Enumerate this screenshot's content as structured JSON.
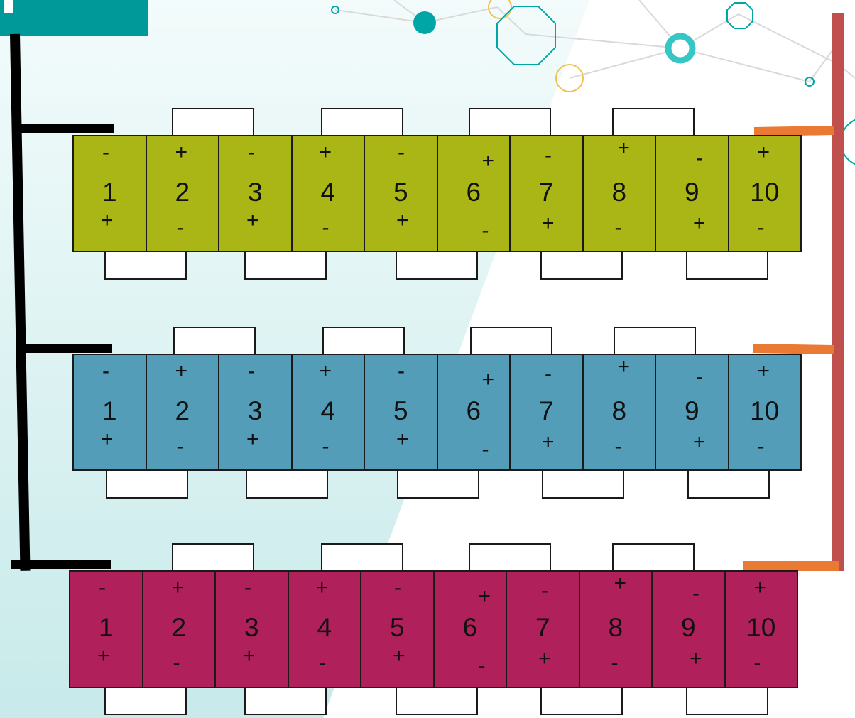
{
  "colors": {
    "tab": "#00999a",
    "row_colors": [
      "#aab516",
      "#539db8",
      "#b0215b"
    ],
    "bus_black": "#000000",
    "bus_orange": "#ea7a33",
    "bus_red": "#c0504d",
    "network_teal": "#00a6a6",
    "network_yellow": "#f2c14e"
  },
  "rows": [
    {
      "cells": [
        {
          "number": "1",
          "top": "-",
          "bottom": "+"
        },
        {
          "number": "2",
          "top": "+",
          "bottom": "-"
        },
        {
          "number": "3",
          "top": "-",
          "bottom": "+"
        },
        {
          "number": "4",
          "top": "+",
          "bottom": "-"
        },
        {
          "number": "5",
          "top": "-",
          "bottom": "+"
        },
        {
          "number": "6",
          "top": "+",
          "bottom": "-"
        },
        {
          "number": "7",
          "top": "-",
          "bottom": "+"
        },
        {
          "number": "8",
          "top": "+",
          "bottom": "-"
        },
        {
          "number": "9",
          "top": "-",
          "bottom": "+"
        },
        {
          "number": "10",
          "top": "+",
          "bottom": "-"
        }
      ]
    },
    {
      "cells": [
        {
          "number": "1",
          "top": "-",
          "bottom": "+"
        },
        {
          "number": "2",
          "top": "+",
          "bottom": "-"
        },
        {
          "number": "3",
          "top": "-",
          "bottom": "+"
        },
        {
          "number": "4",
          "top": "+",
          "bottom": "-"
        },
        {
          "number": "5",
          "top": "-",
          "bottom": "+"
        },
        {
          "number": "6",
          "top": "+",
          "bottom": "-"
        },
        {
          "number": "7",
          "top": "-",
          "bottom": "+"
        },
        {
          "number": "8",
          "top": "+",
          "bottom": "-"
        },
        {
          "number": "9",
          "top": "-",
          "bottom": "+"
        },
        {
          "number": "10",
          "top": "+",
          "bottom": "-"
        }
      ]
    },
    {
      "cells": [
        {
          "number": "1",
          "top": "-",
          "bottom": "+"
        },
        {
          "number": "2",
          "top": "+",
          "bottom": "-"
        },
        {
          "number": "3",
          "top": "-",
          "bottom": "+"
        },
        {
          "number": "4",
          "top": "+",
          "bottom": "-"
        },
        {
          "number": "5",
          "top": "-",
          "bottom": "+"
        },
        {
          "number": "6",
          "top": "+",
          "bottom": "-"
        },
        {
          "number": "7",
          "top": "-",
          "bottom": "+"
        },
        {
          "number": "8",
          "top": "+",
          "bottom": "-"
        },
        {
          "number": "9",
          "top": "-",
          "bottom": "+"
        },
        {
          "number": "10",
          "top": "+",
          "bottom": "-"
        }
      ]
    }
  ]
}
